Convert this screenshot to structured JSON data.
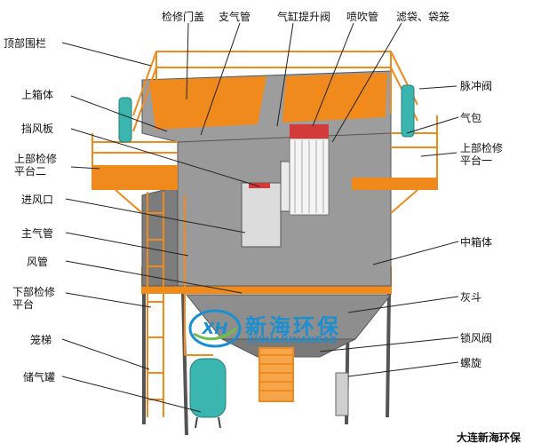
{
  "labels_top": {
    "inspection_door": "检修门盖",
    "branch_pipe": "支气管",
    "cylinder_valve": "气缸提升阀",
    "blow_pipe": "喷吹管",
    "filter_bag": "滤袋、袋笼"
  },
  "labels_left": {
    "top_rail": "顶部围栏",
    "upper_box": "上箱体",
    "baffle": "挡风板",
    "upper_platform_2": "上部检修\n平台二",
    "air_inlet": "进风口",
    "main_pipe": "主气管",
    "air_duct": "风管",
    "lower_platform": "下部检修\n平台",
    "cage_ladder": "笼梯",
    "air_tank": "储气罐"
  },
  "labels_right": {
    "pulse_valve": "脉冲阀",
    "air_bag": "气包",
    "upper_platform_1": "上部检修\n平台一",
    "middle_box": "中箱体",
    "ash_hopper": "灰斗",
    "lock_valve": "锁风阀",
    "screw": "螺旋"
  },
  "logo": {
    "mark": "XH",
    "name_cn": "新海环保",
    "name_en": "XINHAIHUANBAO"
  },
  "brand": "大连新海环保",
  "colors": {
    "orange": "#f08a1c",
    "grey": "#9a9a9a",
    "dark_grey": "#6f6f6f",
    "tank": "#3ab5b0",
    "logo_blue": "#1b8fd0"
  }
}
